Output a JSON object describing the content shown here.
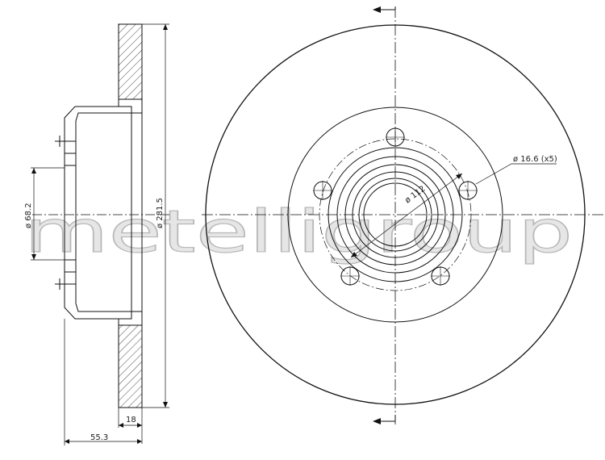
{
  "watermark": "metelligroup",
  "side_view": {
    "dim_inner_dia": "ø 68.2",
    "dim_outer_dia": "ø 281.5",
    "dim_thickness": "18",
    "dim_height": "55.3"
  },
  "front_view": {
    "dim_pcd": "ø 112",
    "dim_holes": "ø 16.6 (x5)"
  },
  "colors": {
    "line": "#111111",
    "hatch": "#333333",
    "watermark": "#e6e6e6"
  }
}
